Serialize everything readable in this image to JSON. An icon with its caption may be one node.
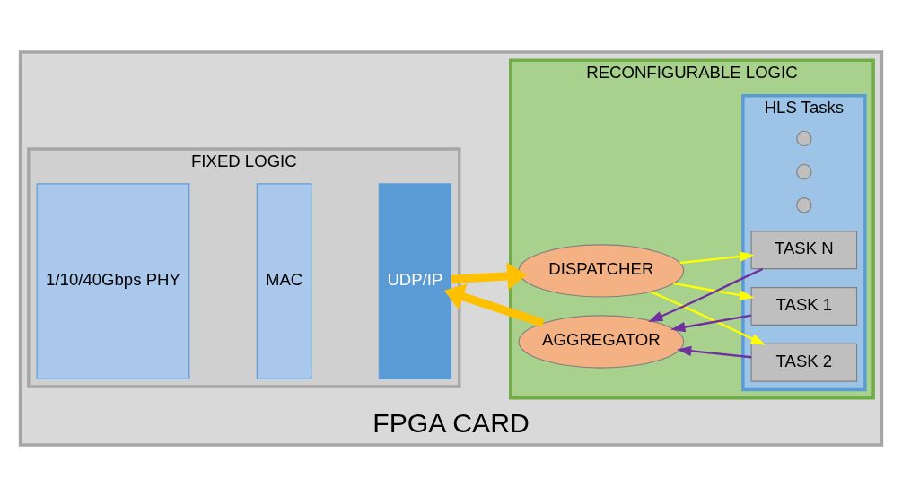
{
  "diagram": {
    "nodes": [
      {
        "text": [
          "FPGA CARD"
        ]
      },
      {
        "text": [
          "FIXED LOGIC"
        ],
        "in": 0
      },
      {
        "text": [
          "1/10/40Gbps PHY"
        ],
        "in": 1
      },
      {
        "text": [
          "MAC"
        ],
        "in": 1
      },
      {
        "text": [
          "UDP/IP"
        ],
        "in": 1
      },
      {
        "text": [
          "RECONFIGURABLE LOGIC"
        ],
        "in": 0
      },
      {
        "text": [
          "DISPATCHER"
        ],
        "in": 5
      },
      {
        "text": [
          "AGGREGATOR"
        ],
        "in": 5
      },
      {
        "text": [
          "HLS Tasks"
        ],
        "in": 5
      },
      {
        "text": [
          "TASK 1"
        ],
        "in": 8
      },
      {
        "text": [
          "TASK 2"
        ],
        "in": 8
      },
      {
        "text": [],
        "shape": "circle",
        "in": 8
      },
      {
        "text": [],
        "shape": "circle",
        "in": 8
      },
      {
        "text": [],
        "shape": "circle",
        "in": 8
      },
      {
        "text": [
          "TASK N"
        ],
        "in": 8
      }
    ],
    "edges": [
      {
        "from": 4,
        "to": 6,
        "arrow": "to",
        "style": "thick",
        "color": "#ffc000"
      },
      {
        "from": 7,
        "to": 4,
        "arrow": "to",
        "style": "thick",
        "color": "#ffc000"
      },
      {
        "from": 6,
        "to": 9,
        "arrow": "to",
        "color": "#ffff00"
      },
      {
        "from": 6,
        "to": 10,
        "arrow": "to",
        "color": "#ffff00"
      },
      {
        "from": 6,
        "to": 14,
        "arrow": "to",
        "color": "#ffff00"
      },
      {
        "from": 9,
        "to": 7,
        "arrow": "to",
        "color": "#7030a0"
      },
      {
        "from": 10,
        "to": 7,
        "arrow": "to",
        "color": "#7030a0"
      },
      {
        "from": 14,
        "to": 7,
        "arrow": "to",
        "color": "#7030a0"
      }
    ]
  }
}
